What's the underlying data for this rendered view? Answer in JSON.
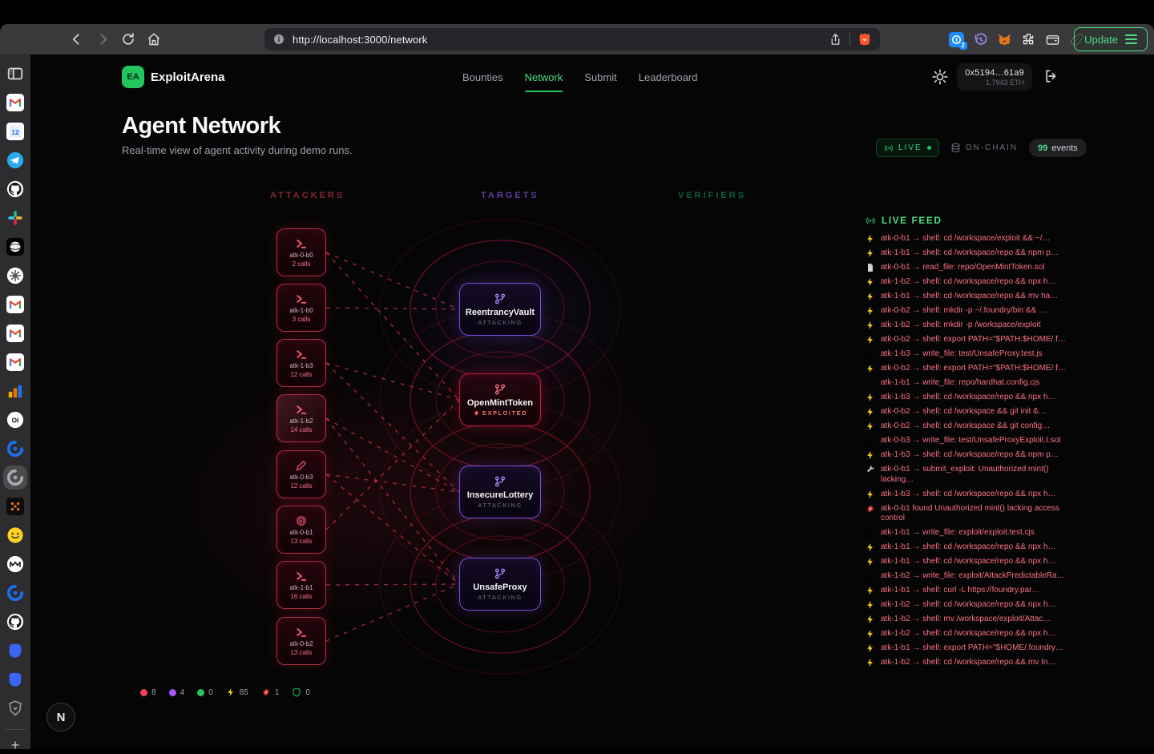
{
  "colors": {
    "accent_green": "#22c55e",
    "rose": "#f43f5e",
    "purple": "#8b5cf6",
    "brave_orange": "#fb542b"
  },
  "browser": {
    "url": "http://localhost:3000/network",
    "update_label": "Update",
    "onepassword_badge": "2"
  },
  "sidebar": {
    "items": [
      {
        "name": "sidebar-toggle",
        "icon": "panel"
      },
      {
        "name": "gmail-1",
        "icon": "gmail"
      },
      {
        "name": "google-calendar",
        "icon": "gcal"
      },
      {
        "name": "telegram",
        "icon": "telegram"
      },
      {
        "name": "github-1",
        "icon": "github"
      },
      {
        "name": "slack",
        "icon": "slack"
      },
      {
        "name": "dark-orb-app",
        "icon": "orb"
      },
      {
        "name": "knot-app",
        "icon": "knot"
      },
      {
        "name": "gmail-2",
        "icon": "gmail"
      },
      {
        "name": "gmail-3",
        "icon": "gmail"
      },
      {
        "name": "gmail-4",
        "icon": "gmail"
      },
      {
        "name": "analytics",
        "icon": "chart"
      },
      {
        "name": "oi-app",
        "icon": "oi"
      },
      {
        "name": "swirl-app-1",
        "icon": "swirlBlue"
      },
      {
        "name": "swirl-app-active",
        "icon": "swirlGray",
        "active": true
      },
      {
        "name": "pixel-app",
        "icon": "pixel"
      },
      {
        "name": "huggingface",
        "icon": "hug"
      },
      {
        "name": "m-app",
        "icon": "mcircle"
      },
      {
        "name": "swirl-app-2",
        "icon": "swirlBlue"
      },
      {
        "name": "github-2",
        "icon": "github"
      },
      {
        "name": "blue-app-1",
        "icon": "blob"
      },
      {
        "name": "blue-app-2",
        "icon": "blob"
      },
      {
        "name": "brave-shields",
        "icon": "braveOutline"
      },
      {
        "name": "add-app",
        "icon": "plus"
      }
    ]
  },
  "header": {
    "logo": "EA",
    "app_name": "ExploitArena",
    "nav": [
      {
        "label": "Bounties",
        "active": false
      },
      {
        "label": "Network",
        "active": true
      },
      {
        "label": "Submit",
        "active": false
      },
      {
        "label": "Leaderboard",
        "active": false
      }
    ],
    "wallet": {
      "address": "0x5194…61a9",
      "balance": "1.7943 ETH"
    }
  },
  "page": {
    "title": "Agent Network",
    "subtitle": "Real-time view of agent activity during demo runs."
  },
  "status": {
    "live_label": "LIVE",
    "onchain_label": "ON-CHAIN",
    "events_count": "99",
    "events_label": "events"
  },
  "network": {
    "columns": [
      "ATTACKERS",
      "TARGETS",
      "VERIFIERS"
    ],
    "attackers": [
      {
        "id": "atk-0-b0",
        "calls": "2 calls",
        "icon": "terminal"
      },
      {
        "id": "atk-1-b0",
        "calls": "3 calls",
        "icon": "terminal"
      },
      {
        "id": "atk-1-b3",
        "calls": "12 calls",
        "icon": "terminal"
      },
      {
        "id": "atk-1-b2",
        "calls": "14 calls",
        "icon": "terminal",
        "highlighted": true
      },
      {
        "id": "atk-0-b3",
        "calls": "12 calls",
        "icon": "pencil"
      },
      {
        "id": "atk-0-b1",
        "calls": "13 calls",
        "icon": "target"
      },
      {
        "id": "atk-1-b1",
        "calls": "16 calls",
        "icon": "terminal"
      },
      {
        "id": "atk-0-b2",
        "calls": "13 calls",
        "icon": "terminal"
      }
    ],
    "targets": [
      {
        "name": "ReentrancyVault",
        "status": "ATTACKING",
        "variant": "purple"
      },
      {
        "name": "OpenMintToken",
        "status": "EXPLOITED",
        "variant": "red",
        "status_icon": "boom"
      },
      {
        "name": "InsecureLottery",
        "status": "ATTACKING",
        "variant": "purple"
      },
      {
        "name": "UnsafeProxy",
        "status": "ATTACKING",
        "variant": "purple"
      }
    ],
    "connections": [
      [
        0,
        0
      ],
      [
        0,
        1
      ],
      [
        1,
        0
      ],
      [
        2,
        1
      ],
      [
        2,
        2
      ],
      [
        3,
        2
      ],
      [
        3,
        3
      ],
      [
        4,
        2
      ],
      [
        4,
        3
      ],
      [
        5,
        1
      ],
      [
        6,
        3
      ],
      [
        7,
        3
      ]
    ],
    "legend": [
      {
        "kind": "dot",
        "color": "#f43f5e",
        "value": "8"
      },
      {
        "kind": "dot",
        "color": "#a855f7",
        "value": "4"
      },
      {
        "kind": "dot",
        "color": "#22c55e",
        "value": "0"
      },
      {
        "kind": "icon",
        "icon": "zap",
        "value": "85"
      },
      {
        "kind": "icon",
        "icon": "boom",
        "value": "1"
      },
      {
        "kind": "icon",
        "icon": "shieldO",
        "value": "0"
      }
    ]
  },
  "feed": {
    "title": "LIVE FEED",
    "entries": [
      {
        "icon": "zap",
        "text": "atk-0-b1 → shell: cd /workspace/exploit && ~/…"
      },
      {
        "icon": "zap",
        "text": "atk-1-b1 → shell: cd /workspace/repo && npm p…"
      },
      {
        "icon": "file",
        "text": "atk-0-b1 → read_file: repo/OpenMintToken.sol"
      },
      {
        "icon": "zap",
        "text": "atk-1-b2 → shell: cd /workspace/repo && npx h…"
      },
      {
        "icon": "zap",
        "text": "atk-1-b1 → shell: cd /workspace/repo && mv ha…"
      },
      {
        "icon": "zap",
        "text": "atk-0-b2 → shell: mkdir -p ~/.foundry/bin && …"
      },
      {
        "icon": "zap",
        "text": "atk-1-b2 → shell: mkdir -p /workspace/exploit"
      },
      {
        "icon": "zap",
        "text": "atk-0-b2 → shell: export PATH=\"$PATH:$HOME/.f…"
      },
      {
        "icon": "pencil",
        "text": "atk-1-b3 → write_file: test/UnsafeProxy.test.js"
      },
      {
        "icon": "zap",
        "text": "atk-0-b2 → shell: export PATH=\"$PATH:$HOME/.f…"
      },
      {
        "icon": "pencil",
        "text": "atk-1-b1 → write_file: repo/hardhat.config.cjs"
      },
      {
        "icon": "zap",
        "text": "atk-1-b3 → shell: cd /workspace/repo && npx h…"
      },
      {
        "icon": "zap",
        "text": "atk-0-b2 → shell: cd /workspace && git init &…"
      },
      {
        "icon": "zap",
        "text": "atk-0-b2 → shell: cd /workspace && git config…"
      },
      {
        "icon": "pencil",
        "text": "atk-0-b3 → write_file: test/UnsafeProxyExploit.t.sol"
      },
      {
        "icon": "zap",
        "text": "atk-1-b3 → shell: cd /workspace/repo && npm p…"
      },
      {
        "icon": "wrench",
        "text": "atk-0-b1 → submit_exploit: Unauthorized mint() lacking…"
      },
      {
        "icon": "zap",
        "text": "atk-1-b3 → shell: cd /workspace/repo && npx h…"
      },
      {
        "icon": "boom",
        "text": "atk-0-b1 found Unauthorized mint() lacking access control"
      },
      {
        "icon": "pencil",
        "text": "atk-1-b1 → write_file: exploit/exploit.test.cjs"
      },
      {
        "icon": "zap",
        "text": "atk-1-b1 → shell: cd /workspace/repo && npx h…"
      },
      {
        "icon": "zap",
        "text": "atk-1-b1 → shell: cd /workspace/repo && npx h…"
      },
      {
        "icon": "pencil",
        "text": "atk-1-b2 → write_file: exploit/AttackPredictableRa…"
      },
      {
        "icon": "zap",
        "text": "atk-1-b1 → shell: curl -L https://foundry.par…"
      },
      {
        "icon": "zap",
        "text": "atk-1-b2 → shell: cd /workspace/repo && npx h…"
      },
      {
        "icon": "zap",
        "text": "atk-1-b2 → shell: mv /workspace/exploit/Attac…"
      },
      {
        "icon": "zap",
        "text": "atk-1-b2 → shell: cd /workspace/repo && npx h…"
      },
      {
        "icon": "zap",
        "text": "atk-1-b1 → shell: export PATH=\"$HOME/.foundry…"
      },
      {
        "icon": "zap",
        "text": "atk-1-b2 → shell: cd /workspace/repo && mv In…"
      }
    ]
  },
  "dev_badge": "N"
}
